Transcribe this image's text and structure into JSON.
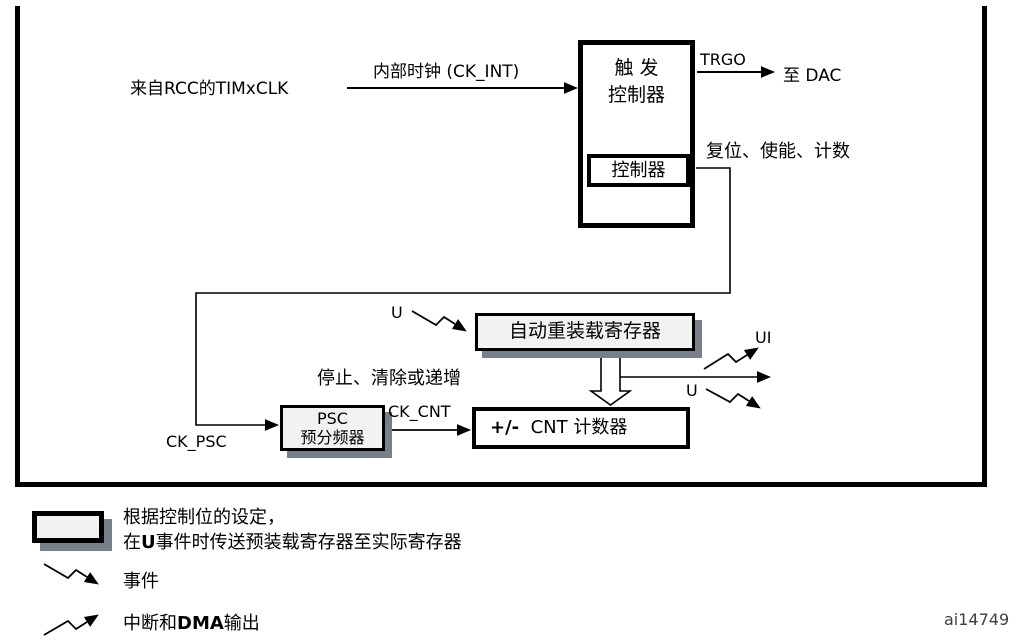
{
  "colors": {
    "line": "#000000",
    "box_fill": "#f2f2f2",
    "shadow": "#75808a",
    "watermark_text": "#3f3f3f"
  },
  "diagram": {
    "input_label": "来自RCC的TIMxCLK",
    "internal_clock_label": "内部时钟 (CK_INT)",
    "trigger_box": {
      "line1": "触 发",
      "line2": "控制器",
      "inner_label": "控制器"
    },
    "trgo_label": "TRGO",
    "to_dac_label": "至 DAC",
    "reset_enable_count_label": "复位、使能、计数",
    "u_left_label": "U",
    "autoreload_label": "自动重装载寄存器",
    "ui_label": "UI",
    "u_right_label": "U",
    "stop_clear_inc_label": "停止、清除或递增",
    "psc_box": {
      "line1": "PSC",
      "line2": "预分频器"
    },
    "ck_psc_label": "CK_PSC",
    "ck_cnt_label": "CK_CNT",
    "cnt_box": {
      "sign": "+/-",
      "label": "CNT 计数器"
    }
  },
  "legend": {
    "preload_line1": "根据控制位的设定，",
    "preload_line2": {
      "pre": "在",
      "bold": "U",
      "post": "事件时传送预装载寄存器至实际寄存器"
    },
    "event_label": "事件",
    "interrupt_label": {
      "pre": "中断和",
      "bold": "DMA",
      "post": "输出"
    }
  },
  "watermark": "ai14749"
}
